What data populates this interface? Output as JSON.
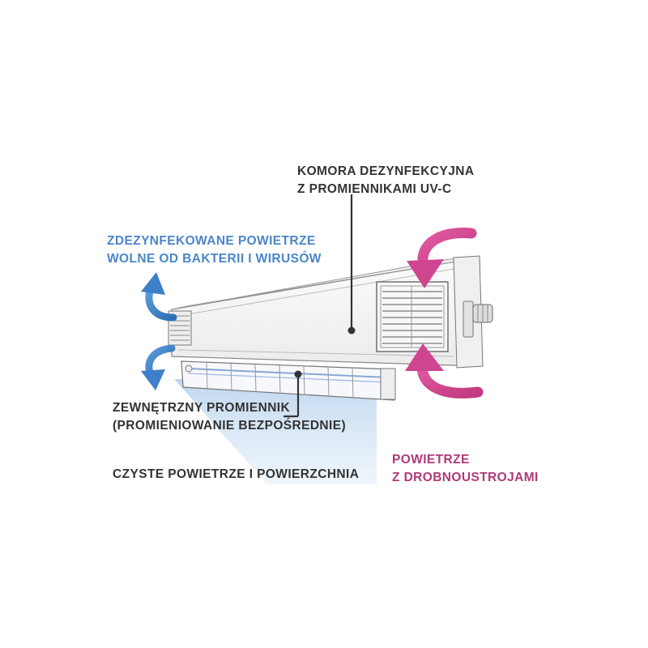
{
  "labels": {
    "chamber": {
      "line1": "KOMORA DEZYNFEKCYJNA",
      "line2": "Z PROMIENNIKAMI UV-C"
    },
    "disinfected": {
      "line1": "ZDEZYNFEKOWANE POWIETRZE",
      "line2": "WOLNE OD BAKTERII I WIRUSÓW"
    },
    "external": {
      "line1": "ZEWNĘTRZNY PROMIENNIK",
      "line2": "(PROMIENIOWANIE BEZPOŚREDNIE)"
    },
    "clean": "CZYSTE POWIETRZE I POWIERZCHNIA",
    "germs": {
      "line1": "POWIETRZE",
      "line2": "Z DROBNOUSTROJAMI"
    }
  },
  "colors": {
    "text_dark": "#333333",
    "text_blue": "#4a86c8",
    "text_magenta": "#b03a78",
    "arrow_blue": "#3d7fc9",
    "arrow_magenta": "#d0458f",
    "uv_glow": "#cfe0f3"
  },
  "icons": {
    "outflow_arrows": "curved-arrow-blue",
    "inflow_arrows": "curved-arrow-magenta"
  }
}
